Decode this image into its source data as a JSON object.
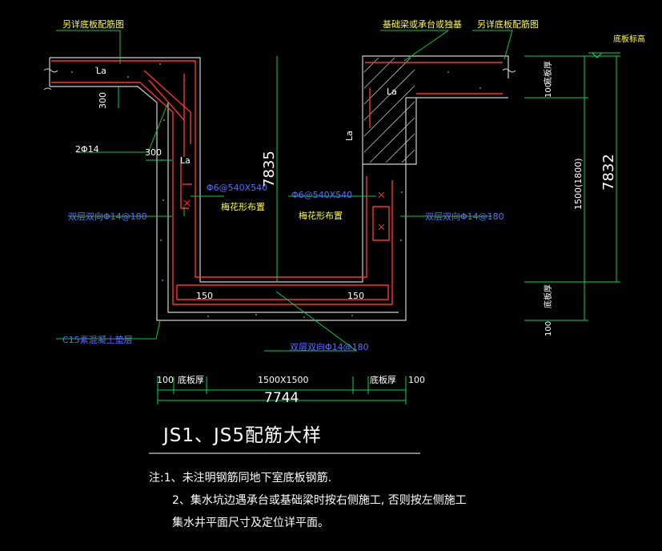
{
  "labels": {
    "top_left_ref": "另详底板配筋图",
    "top_mid_ref": "基础梁或承台或独基",
    "top_right_ref": "另详底板配筋图",
    "floor_level": "底板标高",
    "la_1": "La",
    "la_2": "La",
    "la_3": "La",
    "la_4": "La",
    "dim_300_a": "300",
    "dim_300_b": "300",
    "bar_2phi14": "2Φ14",
    "tie_left": "Φ6@540X540",
    "tie_right": "Φ6@540X540",
    "plum_left": "梅花形布置",
    "plum_right": "梅花形布置",
    "wall_left": "双层双向Φ14@180",
    "wall_right": "双层双向Φ14@180",
    "bottom_rebar": "双层双向Φ14@180",
    "c15_layer": "C15素混凝土垫层",
    "dim_150_a": "150",
    "dim_150_b": "150",
    "height_left": "7835",
    "height_right": "7832",
    "height_right_inner": "1500(1800)",
    "slab_thk_top": "底板厚",
    "slab_thk_bottom": "底板厚",
    "dim_100_top": "100",
    "dim_100_bottom": "100",
    "dim_100_left": "100",
    "dim_100_right": "100",
    "slab_thk_left": "底板厚",
    "slab_thk_right": "底板厚",
    "pit_size": "1500X1500",
    "total_width": "7744"
  },
  "title": "JS1、JS5配筋大样",
  "notes": [
    "注:1、未注明钢筋同地下室底板钢筋.",
    "2、集水坑边遇承台或基础梁时按右侧施工, 否则按左侧施工",
    "集水井平面尺寸及定位详平面。"
  ]
}
